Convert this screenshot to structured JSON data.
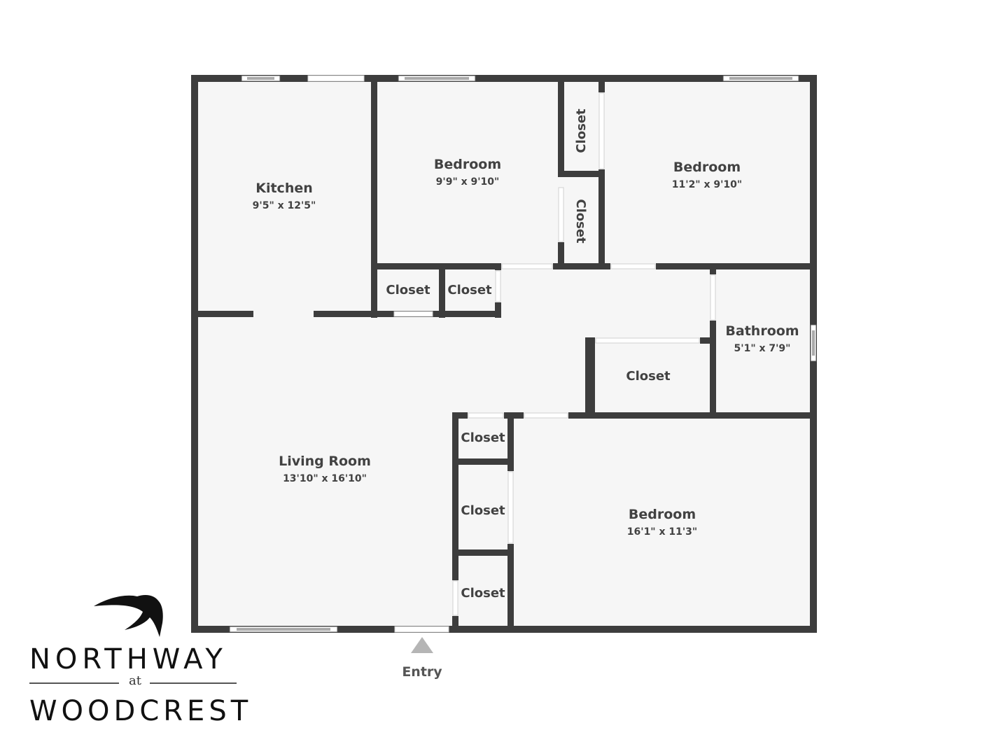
{
  "floorplan": {
    "colors": {
      "wall": "#3d3d3d",
      "floor": "#f6f6f6",
      "opening": "#ffffff",
      "text": "#424242",
      "entry_arrow": "#b5b5b5"
    },
    "rooms": {
      "kitchen": {
        "name": "Kitchen",
        "dims": "9'5\" x 12'5\""
      },
      "bedroom_1": {
        "name": "Bedroom",
        "dims": "9'9\" x 9'10\""
      },
      "bedroom_2": {
        "name": "Bedroom",
        "dims": "11'2\" x 9'10\""
      },
      "bathroom": {
        "name": "Bathroom",
        "dims": "5'1\" x 7'9\""
      },
      "living_room": {
        "name": "Living Room",
        "dims": "13'10\" x 16'10\""
      },
      "bedroom_3": {
        "name": "Bedroom",
        "dims": "16'1\" x 11'3\""
      }
    },
    "closets": [
      {
        "label": "Closet"
      },
      {
        "label": "Closet"
      },
      {
        "label": "Closet"
      },
      {
        "label": "Closet"
      },
      {
        "label": "Closet"
      },
      {
        "label": "Closet"
      },
      {
        "label": "Closet"
      },
      {
        "label": "Closet"
      }
    ],
    "entry": {
      "label": "Entry"
    }
  },
  "logo": {
    "line1": "NORTHWAY",
    "at": "at",
    "line2": "WOODCREST",
    "icon": "swallow-bird-icon"
  }
}
